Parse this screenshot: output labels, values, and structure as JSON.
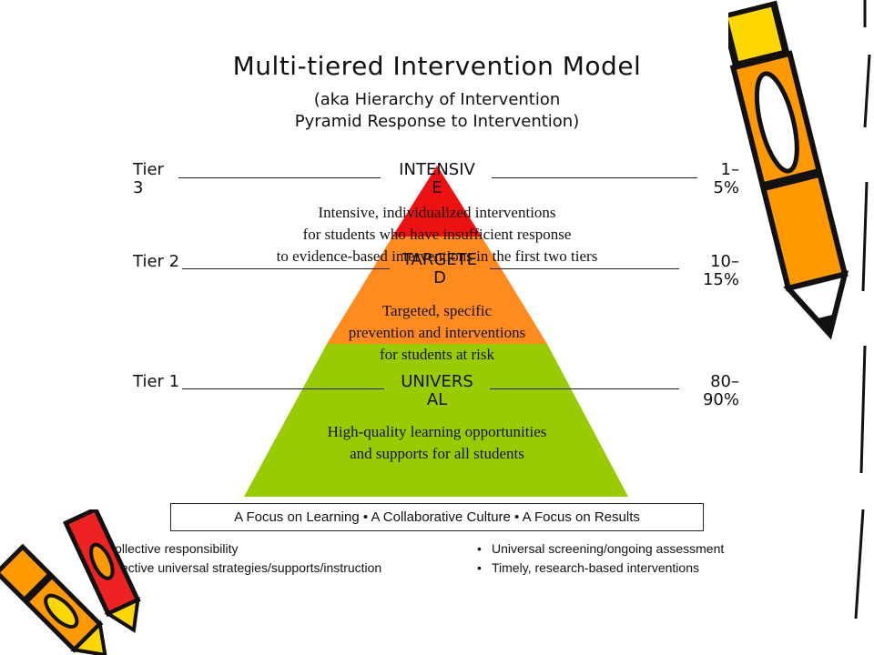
{
  "title": "Multi-tiered Intervention Model",
  "subtitle": {
    "line1": "(aka Hierarchy of Intervention",
    "line2": "Pyramid Response to Intervention)"
  },
  "tiers": [
    {
      "tier_line1": "Tier",
      "tier_line2": "3",
      "level_line1": "INTENSIV",
      "level_line2": "E",
      "pct_line1": "1–",
      "pct_line2": "5%",
      "desc": [
        "Intensive, individualized interventions",
        "for students who have insufficient response",
        "to evidence-based interventions in the first two tiers"
      ],
      "color": "#ee1111"
    },
    {
      "tier_line1": "Tier 2",
      "tier_line2": "",
      "level_line1": "TARGETE",
      "level_line2": "D",
      "pct_line1": "10–",
      "pct_line2": "15%",
      "desc": [
        "Targeted, specific",
        "prevention and interventions",
        "for students at risk"
      ],
      "color": "#ff8a1e"
    },
    {
      "tier_line1": "Tier 1",
      "tier_line2": "",
      "level_line1": "UNIVERS",
      "level_line2": "AL",
      "pct_line1": "80–",
      "pct_line2": "90%",
      "desc": [
        "High-quality learning opportunities",
        "and supports for all students"
      ],
      "color": "#99cc00"
    }
  ],
  "focus": "A Focus on Learning • A Collaborative Culture • A Focus on Results",
  "bullets_left": [
    "Collective responsibility",
    "Effective universal strategies/supports/instruction"
  ],
  "bullets_right": [
    "Universal screening/ongoing assessment",
    "Timely, research-based interventions"
  ],
  "bullet_char": "•",
  "icons": [
    "pencil-icon",
    "crayon-icon"
  ]
}
